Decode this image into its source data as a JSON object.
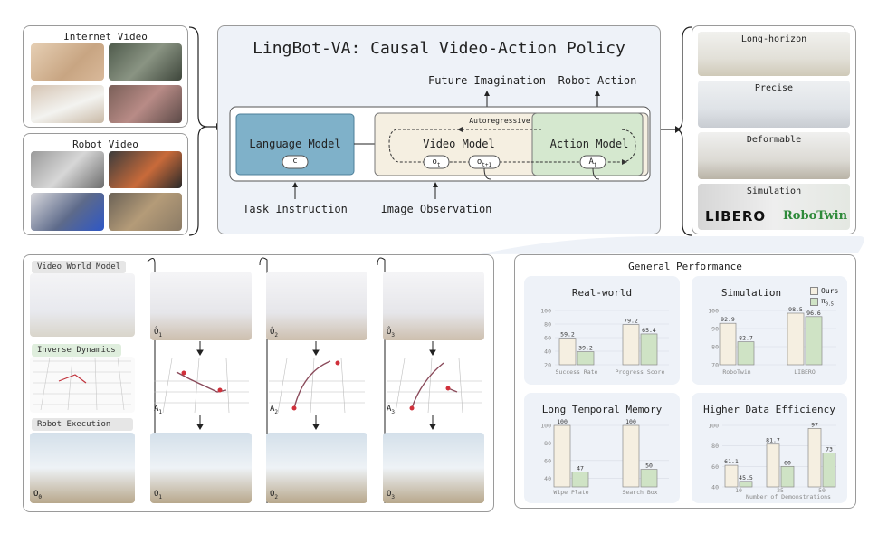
{
  "left_top": {
    "title": "Internet Video"
  },
  "left_bottom": {
    "title": "Robot Video"
  },
  "center": {
    "title": "LingBot-VA: Causal Video-Action Policy",
    "future_imagination": "Future Imagination",
    "robot_action": "Robot Action",
    "language_model": "Language Model",
    "lm_token": "c",
    "video_model": "Video Model",
    "autoregressive": "Autoregressive",
    "action_model": "Action Model",
    "token_ot": "o",
    "token_ot_sub": "t",
    "token_ot1": "o",
    "token_ot1_sub": "t+1",
    "token_at": "A",
    "token_at_sub": "t",
    "task_instruction": "Task Instruction",
    "image_observation": "Image Observation"
  },
  "right": {
    "items": [
      {
        "label": "Long-horizon"
      },
      {
        "label": "Precise"
      },
      {
        "label": "Deformable"
      },
      {
        "label": "Simulation"
      }
    ],
    "libero_logo": "LIBERO",
    "robotwin_logo": "RoboTwin"
  },
  "bottom_left": {
    "tags": {
      "video_world_model": "Video World Model",
      "inverse_dynamics": "Inverse Dynamics",
      "robot_execution": "Robot Execution"
    },
    "o0": "O",
    "o0_sub": "0",
    "columns": [
      {
        "pred": "Ô",
        "pred_sub": "1",
        "action": "A",
        "action_sub": "1",
        "obs": "O",
        "obs_sub": "1"
      },
      {
        "pred": "Ô",
        "pred_sub": "2",
        "action": "A",
        "action_sub": "2",
        "obs": "O",
        "obs_sub": "2"
      },
      {
        "pred": "Ô",
        "pred_sub": "3",
        "action": "A",
        "action_sub": "3",
        "obs": "O",
        "obs_sub": "3"
      }
    ]
  },
  "performance": {
    "title": "General Performance",
    "legend": {
      "ours": "Ours",
      "pi": "π",
      "pi_sub": "0.5"
    },
    "colors": {
      "ours": "#f5efe1",
      "pi": "#cfe3c5",
      "panel_bg": "#eef2f8",
      "language_model": "#7fb1c9",
      "video_model": "#f5efe1",
      "action_model": "#d5e8cf"
    }
  },
  "chart_data": [
    {
      "type": "bar",
      "title": "Real-world",
      "categories": [
        "Success Rate",
        "Progress Score"
      ],
      "series": [
        {
          "name": "Ours",
          "values": [
            59.2,
            79.2
          ]
        },
        {
          "name": "π0.5",
          "values": [
            39.2,
            65.4
          ]
        }
      ],
      "yticks": [
        20,
        40,
        60,
        80,
        100
      ],
      "ylim": [
        20,
        100
      ]
    },
    {
      "type": "bar",
      "title": "Simulation",
      "categories": [
        "RoboTwin",
        "LIBERO"
      ],
      "series": [
        {
          "name": "Ours",
          "values": [
            92.9,
            98.5
          ]
        },
        {
          "name": "π0.5",
          "values": [
            82.7,
            96.6
          ]
        }
      ],
      "yticks": [
        70,
        80,
        90,
        100
      ],
      "ylim": [
        70,
        100
      ],
      "legend_position": "top-right"
    },
    {
      "type": "bar",
      "title": "Long Temporal Memory",
      "categories": [
        "Wipe Plate",
        "Search Box"
      ],
      "series": [
        {
          "name": "Ours",
          "values": [
            100,
            100
          ]
        },
        {
          "name": "π0.5",
          "values": [
            47,
            50
          ]
        }
      ],
      "yticks": [
        40,
        60,
        80,
        100
      ],
      "ylim": [
        30,
        100
      ]
    },
    {
      "type": "bar",
      "title": "Higher Data Efficiency",
      "categories": [
        "10",
        "25",
        "50"
      ],
      "series": [
        {
          "name": "Ours",
          "values": [
            61.1,
            81.7,
            97.0
          ]
        },
        {
          "name": "π0.5",
          "values": [
            45.5,
            60.0,
            73.0
          ]
        }
      ],
      "yticks": [
        40,
        60,
        80,
        100
      ],
      "ylim": [
        40,
        100
      ],
      "xlabel": "Number of Demonstrations"
    }
  ]
}
